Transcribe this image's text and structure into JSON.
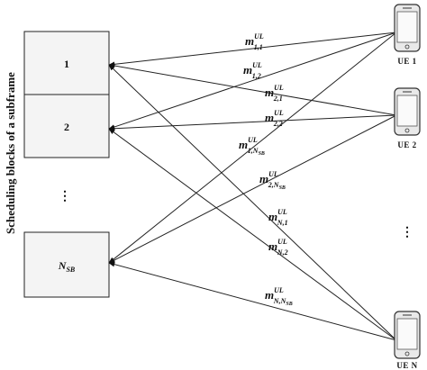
{
  "axis_title": "Scheduling blocks of a subframe",
  "blocks": [
    {
      "label": "1"
    },
    {
      "label": "2"
    },
    {
      "label": "N",
      "sub": "SB"
    }
  ],
  "block_ellipsis": "⋮",
  "ue_ellipsis": "⋮",
  "ues": [
    {
      "label": "UE 1"
    },
    {
      "label": "UE 2"
    },
    {
      "label": "UE N"
    }
  ],
  "messages": [
    {
      "base": "m",
      "sup": "UL",
      "sub": "1,1"
    },
    {
      "base": "m",
      "sup": "UL",
      "sub": "1,2"
    },
    {
      "base": "m",
      "sup": "UL",
      "sub": "2,1"
    },
    {
      "base": "m",
      "sup": "UL",
      "sub": "2,2"
    },
    {
      "base": "m",
      "sup": "UL",
      "sub": "1,N",
      "subsub": "SB"
    },
    {
      "base": "m",
      "sup": "UL",
      "sub": "2,N",
      "subsub": "SB"
    },
    {
      "base": "m",
      "sup": "UL",
      "sub": "N,1"
    },
    {
      "base": "m",
      "sup": "UL",
      "sub": "N,2"
    },
    {
      "base": "m",
      "sup": "UL",
      "sub": "N,N",
      "subsub": "SB"
    }
  ],
  "colors": {
    "line": "#222222",
    "block_fill": "#f4f4f4",
    "phone_body": "#e9e9e9",
    "phone_screen": "#fafafa"
  }
}
